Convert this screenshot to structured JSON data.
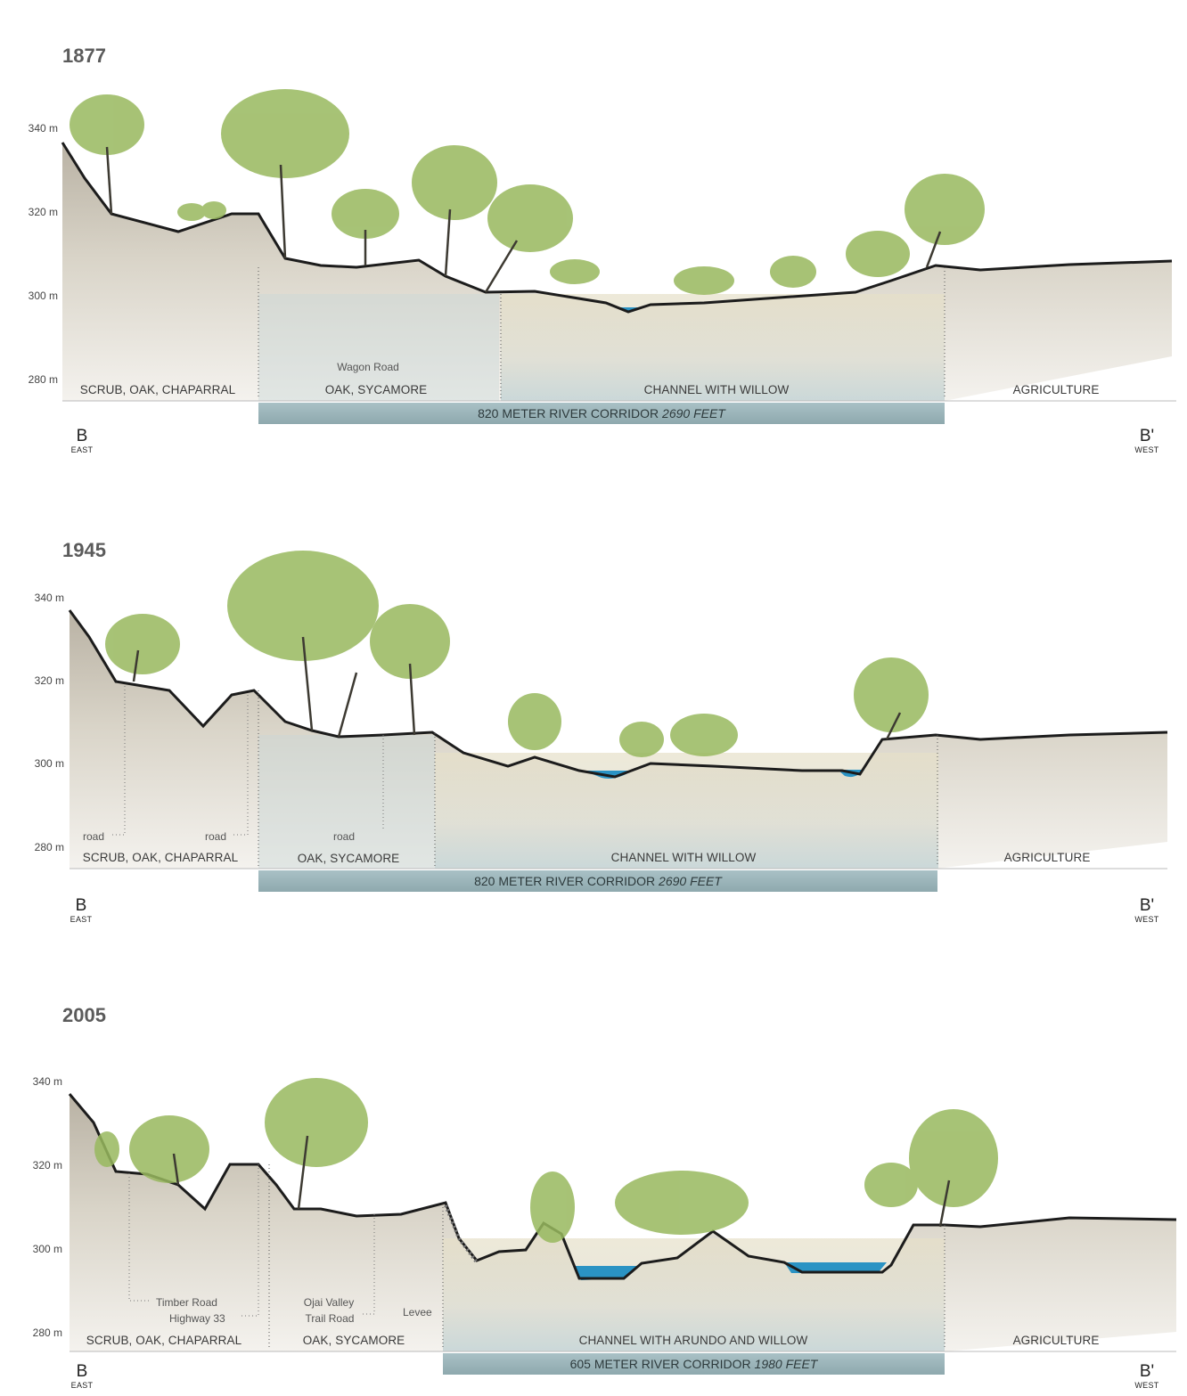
{
  "colors": {
    "water": "#2a93c4",
    "corridor_band": "#97b0b4",
    "ground_line": "#1c1c1c",
    "tree_foliage": "#98b85e"
  },
  "elevation_labels": [
    "340 m",
    "320 m",
    "300 m",
    "280 m"
  ],
  "endpoints": {
    "left": {
      "label": "B",
      "direction": "EAST"
    },
    "right": {
      "label": "B'",
      "direction": "WEST"
    }
  },
  "sections": [
    {
      "year": "1877",
      "zones": [
        "SCRUB, OAK, CHAPARRAL",
        "OAK, SYCAMORE",
        "CHANNEL WITH WILLOW",
        "AGRICULTURE"
      ],
      "notes": [
        "Wagon Road"
      ],
      "corridor": {
        "label": "820 METER RIVER CORRIDOR",
        "feet": "2690 FEET"
      }
    },
    {
      "year": "1945",
      "zones": [
        "SCRUB, OAK, CHAPARRAL",
        "OAK, SYCAMORE",
        "CHANNEL WITH WILLOW",
        "AGRICULTURE"
      ],
      "notes": [
        "road",
        "road",
        "road"
      ],
      "corridor": {
        "label": "820 METER RIVER CORRIDOR",
        "feet": "2690 FEET"
      }
    },
    {
      "year": "2005",
      "zones": [
        "SCRUB, OAK, CHAPARRAL",
        "OAK, SYCAMORE",
        "CHANNEL WITH ARUNDO AND WILLOW",
        "AGRICULTURE"
      ],
      "notes": [
        "Timber Road",
        "Highway 33",
        "Ojai Valley",
        "Trail Road",
        "Levee"
      ],
      "corridor": {
        "label": "605 METER RIVER CORRIDOR",
        "feet": "1980 FEET"
      }
    }
  ]
}
